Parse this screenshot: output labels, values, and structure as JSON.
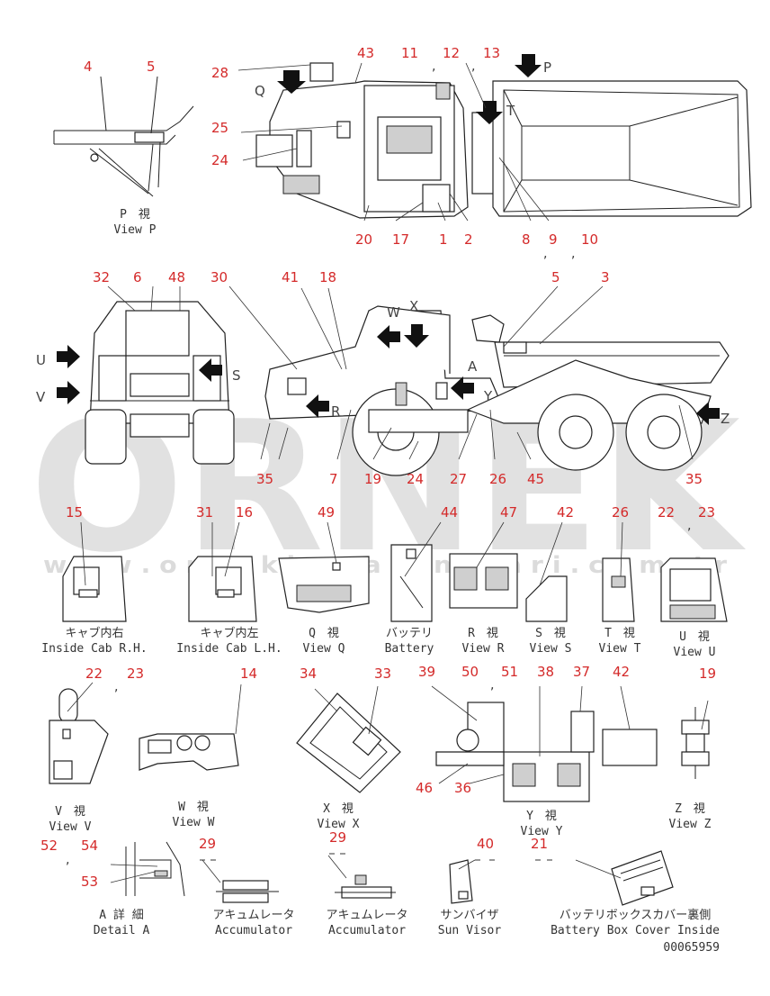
{
  "watermark": {
    "brand": "ORNEK",
    "url": "w w w . o r n e k i s m a k i n a l a r i . c o m . t r"
  },
  "doc_code": "00065959",
  "callouts": [
    {
      "id": "c4",
      "text": "4"
    },
    {
      "id": "c5a",
      "text": "5"
    },
    {
      "id": "c28",
      "text": "28"
    },
    {
      "id": "c43",
      "text": "43"
    },
    {
      "id": "c11",
      "text": "11"
    },
    {
      "id": "c12",
      "text": "12"
    },
    {
      "id": "c13",
      "text": "13"
    },
    {
      "id": "cQ",
      "text": "Q"
    },
    {
      "id": "cP",
      "text": "P"
    },
    {
      "id": "cT",
      "text": "T"
    },
    {
      "id": "c25",
      "text": "25"
    },
    {
      "id": "c24a",
      "text": "24"
    },
    {
      "id": "c20",
      "text": "20"
    },
    {
      "id": "c17",
      "text": "17"
    },
    {
      "id": "c1",
      "text": "1"
    },
    {
      "id": "c2",
      "text": "2"
    },
    {
      "id": "c8",
      "text": "8"
    },
    {
      "id": "c9",
      "text": "9"
    },
    {
      "id": "c10",
      "text": "10"
    },
    {
      "id": "c32",
      "text": "32"
    },
    {
      "id": "c6",
      "text": "6"
    },
    {
      "id": "c48",
      "text": "48"
    },
    {
      "id": "c30",
      "text": "30"
    },
    {
      "id": "c41",
      "text": "41"
    },
    {
      "id": "c18",
      "text": "18"
    },
    {
      "id": "c5b",
      "text": "5"
    },
    {
      "id": "c3",
      "text": "3"
    },
    {
      "id": "cU",
      "text": "U"
    },
    {
      "id": "cV",
      "text": "V"
    },
    {
      "id": "cS",
      "text": "S"
    },
    {
      "id": "cW",
      "text": "W"
    },
    {
      "id": "cX",
      "text": "X"
    },
    {
      "id": "cR",
      "text": "R"
    },
    {
      "id": "cA",
      "text": "A"
    },
    {
      "id": "cY",
      "text": "Y"
    },
    {
      "id": "cZ",
      "text": "Z"
    },
    {
      "id": "c35a",
      "text": "35"
    },
    {
      "id": "c7",
      "text": "7"
    },
    {
      "id": "c19a",
      "text": "19"
    },
    {
      "id": "c24b",
      "text": "24"
    },
    {
      "id": "c27",
      "text": "27"
    },
    {
      "id": "c26a",
      "text": "26"
    },
    {
      "id": "c45",
      "text": "45"
    },
    {
      "id": "c35b",
      "text": "35"
    },
    {
      "id": "c15",
      "text": "15"
    },
    {
      "id": "c31",
      "text": "31"
    },
    {
      "id": "c16",
      "text": "16"
    },
    {
      "id": "c49",
      "text": "49"
    },
    {
      "id": "c44",
      "text": "44"
    },
    {
      "id": "c47",
      "text": "47"
    },
    {
      "id": "c42a",
      "text": "42"
    },
    {
      "id": "c26b",
      "text": "26"
    },
    {
      "id": "c22a",
      "text": "22"
    },
    {
      "id": "c23a",
      "text": "23"
    },
    {
      "id": "c22b",
      "text": "22"
    },
    {
      "id": "c23b",
      "text": "23"
    },
    {
      "id": "c14",
      "text": "14"
    },
    {
      "id": "c34",
      "text": "34"
    },
    {
      "id": "c33",
      "text": "33"
    },
    {
      "id": "c39",
      "text": "39"
    },
    {
      "id": "c50",
      "text": "50"
    },
    {
      "id": "c51",
      "text": "51"
    },
    {
      "id": "c38",
      "text": "38"
    },
    {
      "id": "c37",
      "text": "37"
    },
    {
      "id": "c42b",
      "text": "42"
    },
    {
      "id": "c19b",
      "text": "19"
    },
    {
      "id": "c46",
      "text": "46"
    },
    {
      "id": "c36",
      "text": "36"
    },
    {
      "id": "c52",
      "text": "52"
    },
    {
      "id": "c54",
      "text": "54"
    },
    {
      "id": "c53",
      "text": "53"
    },
    {
      "id": "c29a",
      "text": "29"
    },
    {
      "id": "c29b",
      "text": "29"
    },
    {
      "id": "c40",
      "text": "40"
    },
    {
      "id": "c21",
      "text": "21"
    }
  ],
  "views": [
    {
      "id": "viewP",
      "jp": "P　視",
      "en": "View P"
    },
    {
      "id": "cabRH",
      "jp": "キャブ内右",
      "en": "Inside Cab R.H."
    },
    {
      "id": "cabLH",
      "jp": "キャブ内左",
      "en": "Inside Cab L.H."
    },
    {
      "id": "viewQ",
      "jp": "Q　視",
      "en": "View Q"
    },
    {
      "id": "battery",
      "jp": "バッテリ",
      "en": "Battery"
    },
    {
      "id": "viewR",
      "jp": "R　視",
      "en": "View R"
    },
    {
      "id": "viewS",
      "jp": "S　視",
      "en": "View S"
    },
    {
      "id": "viewT",
      "jp": "T　視",
      "en": "View T"
    },
    {
      "id": "viewU",
      "jp": "U　視",
      "en": "View U"
    },
    {
      "id": "viewV",
      "jp": "V　視",
      "en": "View V"
    },
    {
      "id": "viewW",
      "jp": "W　視",
      "en": "View W"
    },
    {
      "id": "viewX",
      "jp": "X　視",
      "en": "View X"
    },
    {
      "id": "viewY",
      "jp": "Y　視",
      "en": "View Y"
    },
    {
      "id": "viewZ",
      "jp": "Z　視",
      "en": "View Z"
    },
    {
      "id": "detailA",
      "jp": "A 詳 細",
      "en": "Detail A"
    },
    {
      "id": "accum1",
      "jp": "アキュムレータ",
      "en": "Accumulator"
    },
    {
      "id": "accum2",
      "jp": "アキュムレータ",
      "en": "Accumulator"
    },
    {
      "id": "sunvisor",
      "jp": "サンバイザ",
      "en": "Sun Visor"
    },
    {
      "id": "battbox",
      "jp": "バッテリボックスカバー裏側",
      "en": "Battery Box Cover Inside"
    }
  ]
}
